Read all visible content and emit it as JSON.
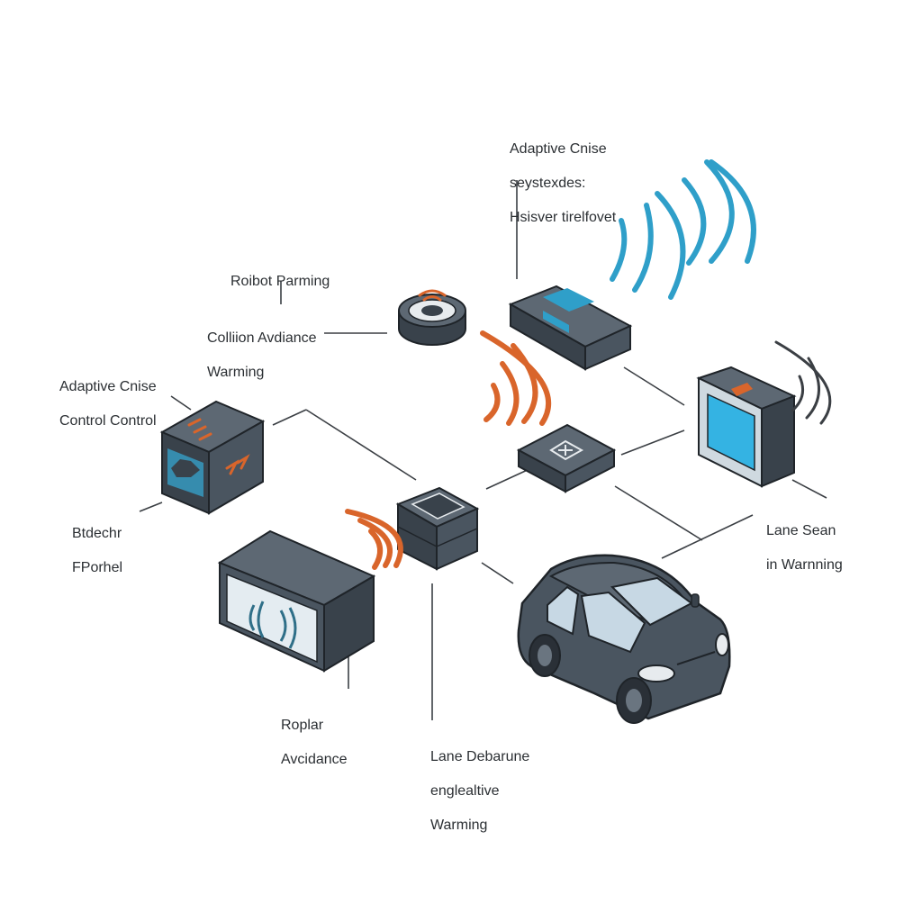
{
  "colors": {
    "body": "#4a5560",
    "body_dark": "#39424b",
    "outline": "#1f2429",
    "accent_orange": "#d9652b",
    "accent_blue": "#2f9fc9",
    "screen_blue": "#34b3e3",
    "connector": "#3b3f44"
  },
  "labels": {
    "acc_top": [
      "Adaptive Cnise",
      "seystexdes:",
      "Hsisver tirelfovet"
    ],
    "robot_parming": [
      "Roibot Parming"
    ],
    "collision": [
      "Colliion Avdiance",
      "Warming"
    ],
    "acc_left": [
      "Adaptive Cnise",
      "Control Control"
    ],
    "btdechr": [
      "Btdechr",
      "FPorhel"
    ],
    "lane_sean": [
      "Lane Sean",
      "in Warnning"
    ],
    "roplar": [
      "Roplar",
      "Avcidance"
    ],
    "lane_debarune": [
      "Lane Debarune",
      "englealtive",
      "Warming"
    ]
  },
  "icons": [
    "radar-sensor-icon",
    "lidar-sensor-icon",
    "camera-module-icon",
    "ecu-hub-icon",
    "radar-panel-icon",
    "controller-box-icon",
    "display-unit-icon",
    "car-icon",
    "wireless-signal-icon"
  ]
}
